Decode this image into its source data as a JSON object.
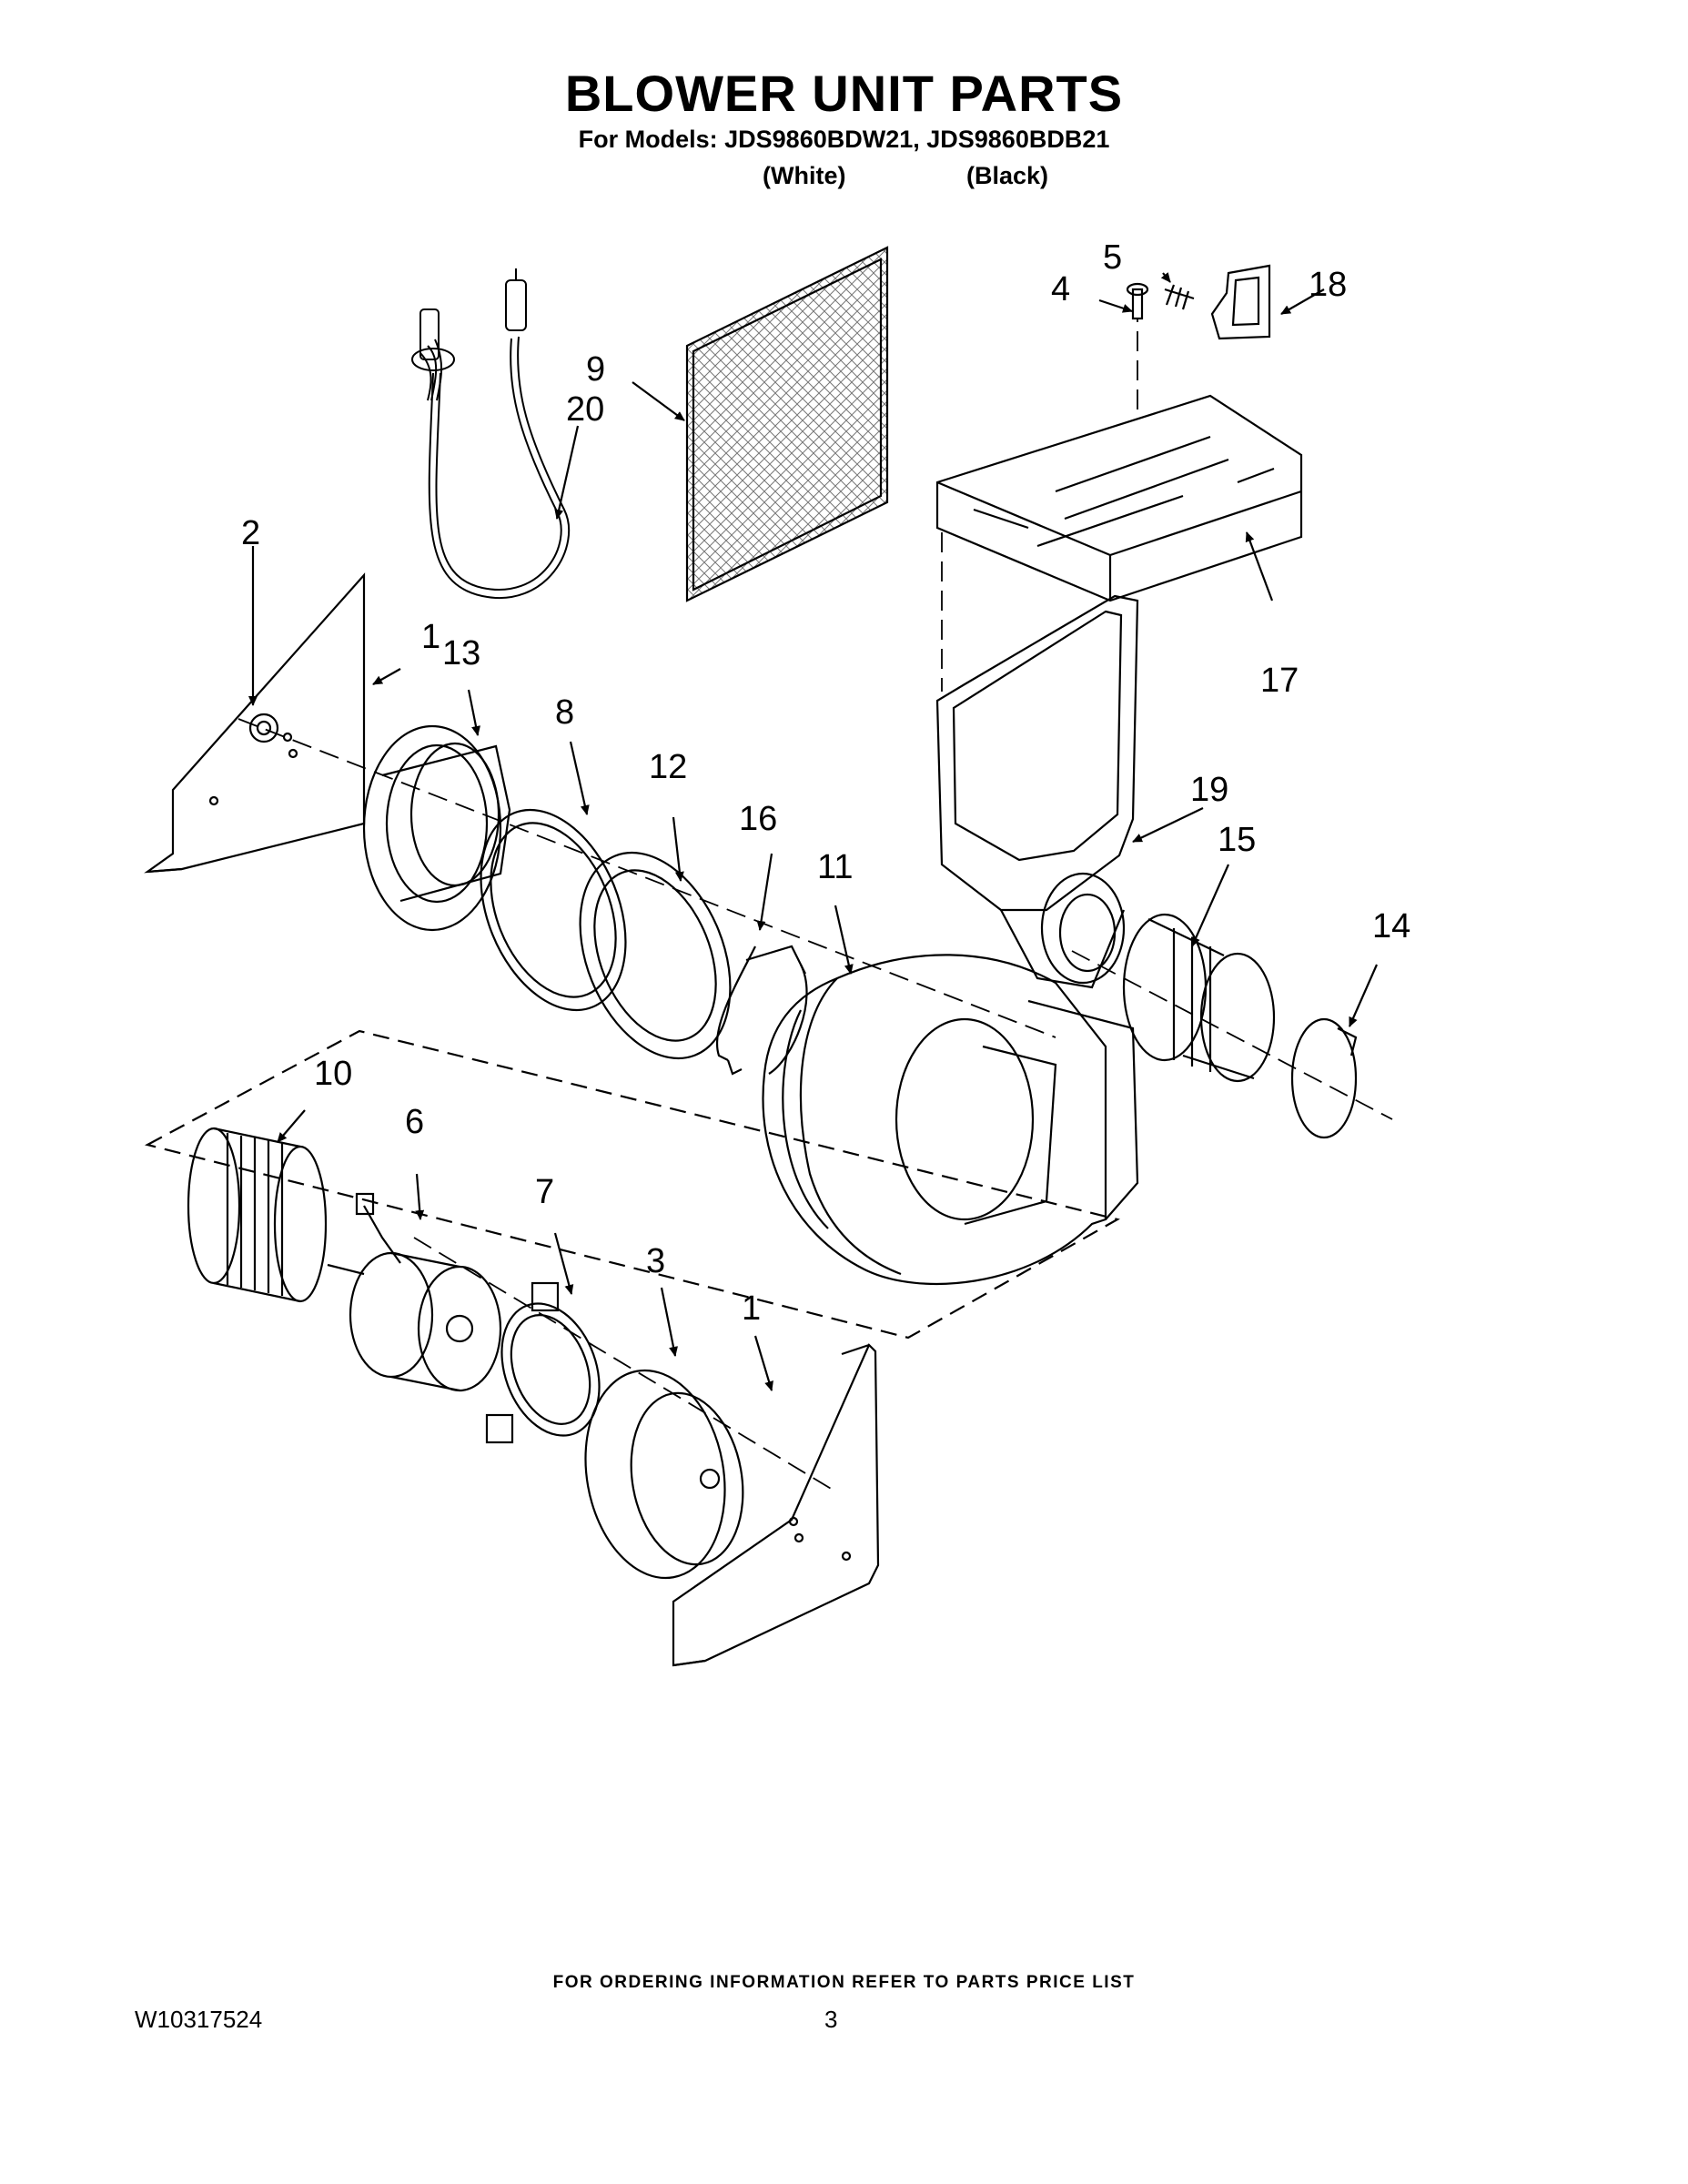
{
  "header": {
    "title": "BLOWER UNIT PARTS",
    "models_line": "For Models: JDS9860BDW21, JDS9860BDB21",
    "variant_white": "(White)",
    "variant_black": "(Black)"
  },
  "callouts": [
    "1",
    "2",
    "3",
    "4",
    "5",
    "6",
    "7",
    "8",
    "9",
    "10",
    "11",
    "12",
    "13",
    "14",
    "15",
    "16",
    "17",
    "18",
    "19",
    "20"
  ],
  "footer": {
    "ordering_note": "FOR ORDERING INFORMATION REFER TO PARTS PRICE LIST",
    "doc_number": "W10317524",
    "page_number": "3"
  }
}
